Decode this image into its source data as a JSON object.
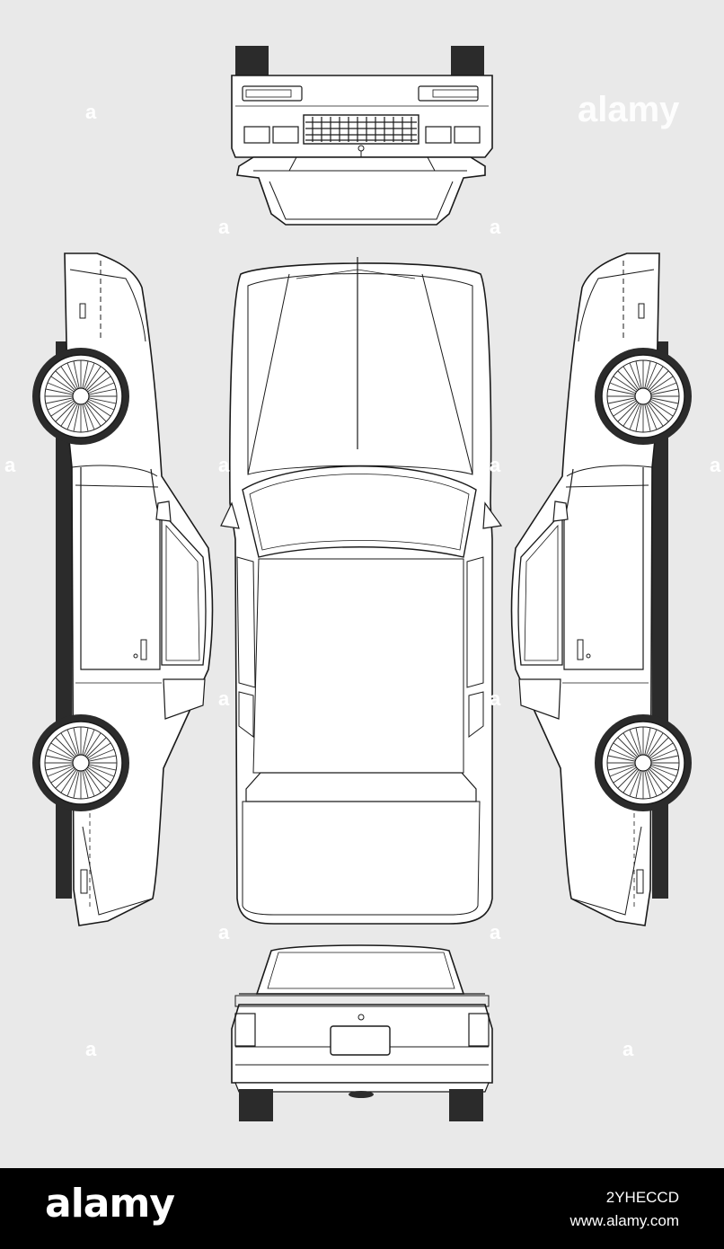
{
  "watermark": {
    "text": "alamy",
    "small_mark": "a"
  },
  "footer": {
    "logo": "alamy",
    "image_id": "2YHECCD",
    "site": "www.alamy.com"
  },
  "colors": {
    "background": "#e9e9e9",
    "line": "#1a1a1a",
    "fill": "#ffffff",
    "tire": "#2b2b2b",
    "footer": "#000000"
  },
  "views": [
    "front",
    "top",
    "left-side",
    "right-side",
    "rear"
  ]
}
